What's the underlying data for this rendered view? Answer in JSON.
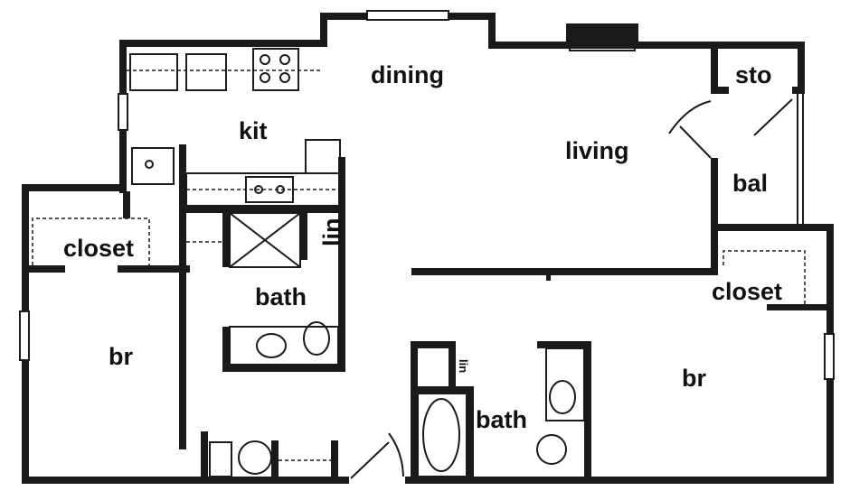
{
  "rooms": {
    "dining": "dining",
    "kit": "kit",
    "living": "living",
    "sto": "sto",
    "bal": "bal",
    "closet_left": "closet",
    "lin_left": "lin",
    "bath_left": "bath",
    "br_left": "br",
    "closet_right": "closet",
    "br_right": "br",
    "bath_right": "bath",
    "lin_right": "lin"
  },
  "colors": {
    "wall": "#1a1a1a",
    "background": "#ffffff"
  }
}
